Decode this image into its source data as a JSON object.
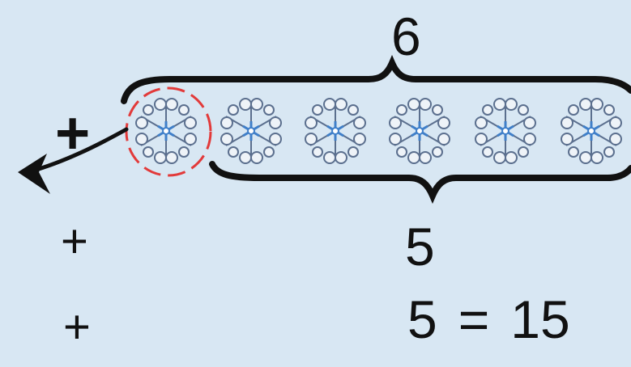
{
  "diagram": {
    "top_count": "6",
    "bottom_count": "5",
    "plus_signs": [
      "+",
      "+",
      "+"
    ],
    "equation": {
      "operand": "5",
      "equals": "=",
      "result": "15"
    },
    "snowflake_count": 6,
    "highlighted_snowflake_index": 1,
    "colors": {
      "background": "#d8e7f3",
      "highlight_circle": "#e23a3a",
      "snowflake_center": "#3f7fc9",
      "snowflake_outline": "#5b6f8e",
      "ink": "#111111"
    }
  }
}
